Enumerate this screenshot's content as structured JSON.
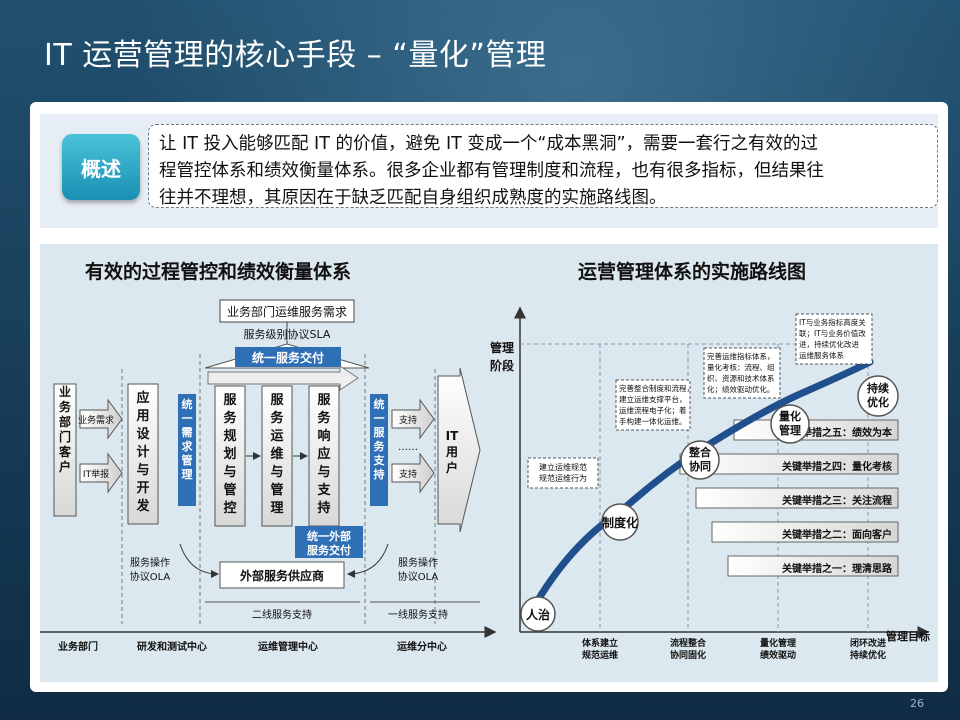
{
  "title": "IT 运营管理的核心手段 – “量化”管理",
  "page_number": "26",
  "summary": {
    "badge": "概述",
    "line1": "让 IT 投入能够匹配 IT 的价值，避免 IT 变成一个“成本黑洞”，需要一套行之有效的过",
    "line2": "程管控体系和绩效衡量体系。很多企业都有管理制度和流程，也有很多指标，但结果往",
    "line3": "往并不理想，其原因在于缺乏匹配自身组织成熟度的实施路线图。"
  },
  "left": {
    "heading": "有效的过程管控和绩效衡量体系",
    "top_box": "业务部门运维服务需求",
    "sla": "服务级别协议SLA",
    "unified_delivery": "统一服务交付",
    "business_dept": "业务部门客户",
    "business_req": "业务需求",
    "it_report": "IT举报",
    "app_dev": "应用设计与开发",
    "unified_demand": "统一需求管理",
    "svc_plan": "服务规划与管控",
    "svc_ops": "服务运维与管理",
    "svc_resp": "服务响应与支持",
    "unified_support": "统一服务支持",
    "support1": "支持",
    "support2": "支持",
    "dots": "……",
    "it_user": "IT用户",
    "unified_external": "统一外部服务交付",
    "external_vendor": "外部服务供应商",
    "ola_left_1": "服务操作",
    "ola_left_2": "协议OLA",
    "ola_right_1": "服务操作",
    "ola_right_2": "协议OLA",
    "second_line": "二线服务支持",
    "first_line": "一线服务支持",
    "axis_labels": [
      "业务部门",
      "研发和测试中心",
      "运维管理中心",
      "运维分中心"
    ]
  },
  "right": {
    "heading": "运营管理体系的实施路线图",
    "y_label": [
      "管理",
      "阶段"
    ],
    "x_label": "管理目标",
    "stages": [
      "人治",
      "制度化",
      "整合协同",
      "量化管理",
      "持续优化"
    ],
    "notes": [
      [
        "建立运维规范",
        "规范运维行为"
      ],
      [
        "完善整合制度和流程，",
        "建立运维支撑平台，",
        "运维流程电子化；着",
        "手构建一体化运维。"
      ],
      [
        "完善运维指标体系，",
        "量化考核：流程、组",
        "织、资源和技术体系",
        "化；绩效驱动优化。"
      ],
      [
        "IT与业务指标高度关",
        "联；IT与业务价值改",
        "进，持续优化改进",
        "运维服务体系"
      ]
    ],
    "measures": [
      "关键举措之五：绩效为本",
      "关键举措之四：量化考核",
      "关键举措之三：关注流程",
      "关键举措之二：面向客户",
      "关键举措之一：理清思路"
    ],
    "x_ticks": [
      [
        "体系建立",
        "规范运维"
      ],
      [
        "流程整合",
        "协同固化"
      ],
      [
        "量化管理",
        "绩效驱动"
      ],
      [
        "闭环改进",
        "持续优化"
      ]
    ]
  },
  "colors": {
    "accent_cyan": "#1a8fb3",
    "blue_bar": "#2f6fb5",
    "curve": "#1f4f8c"
  }
}
